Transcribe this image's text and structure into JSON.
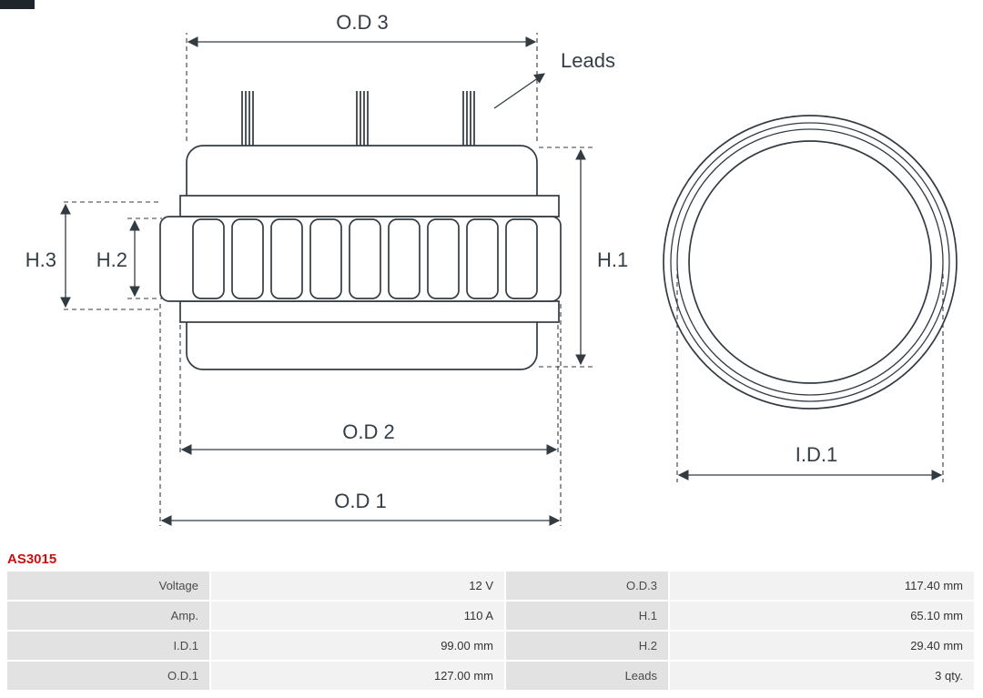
{
  "part_number": "AS3015",
  "diagram": {
    "labels": {
      "od3": "O.D 3",
      "leads": "Leads",
      "h1": "H.1",
      "h2": "H.2",
      "h3": "H.3",
      "od2": "O.D 2",
      "od1": "O.D 1",
      "id1": "I.D.1"
    }
  },
  "table": {
    "rows": [
      [
        "Voltage",
        "12 V",
        "O.D.3",
        "117.40 mm"
      ],
      [
        "Amp.",
        "110 A",
        "H.1",
        "65.10 mm"
      ],
      [
        "I.D.1",
        "99.00 mm",
        "H.2",
        "29.40 mm"
      ],
      [
        "O.D.1",
        "127.00 mm",
        "Leads",
        "3 qty."
      ]
    ]
  },
  "colors": {
    "part_number_red": "#cc1012",
    "diagram_line": "#333b42",
    "label_cell_bg": "#e2e2e2",
    "value_cell_bg": "#f2f2f2"
  }
}
